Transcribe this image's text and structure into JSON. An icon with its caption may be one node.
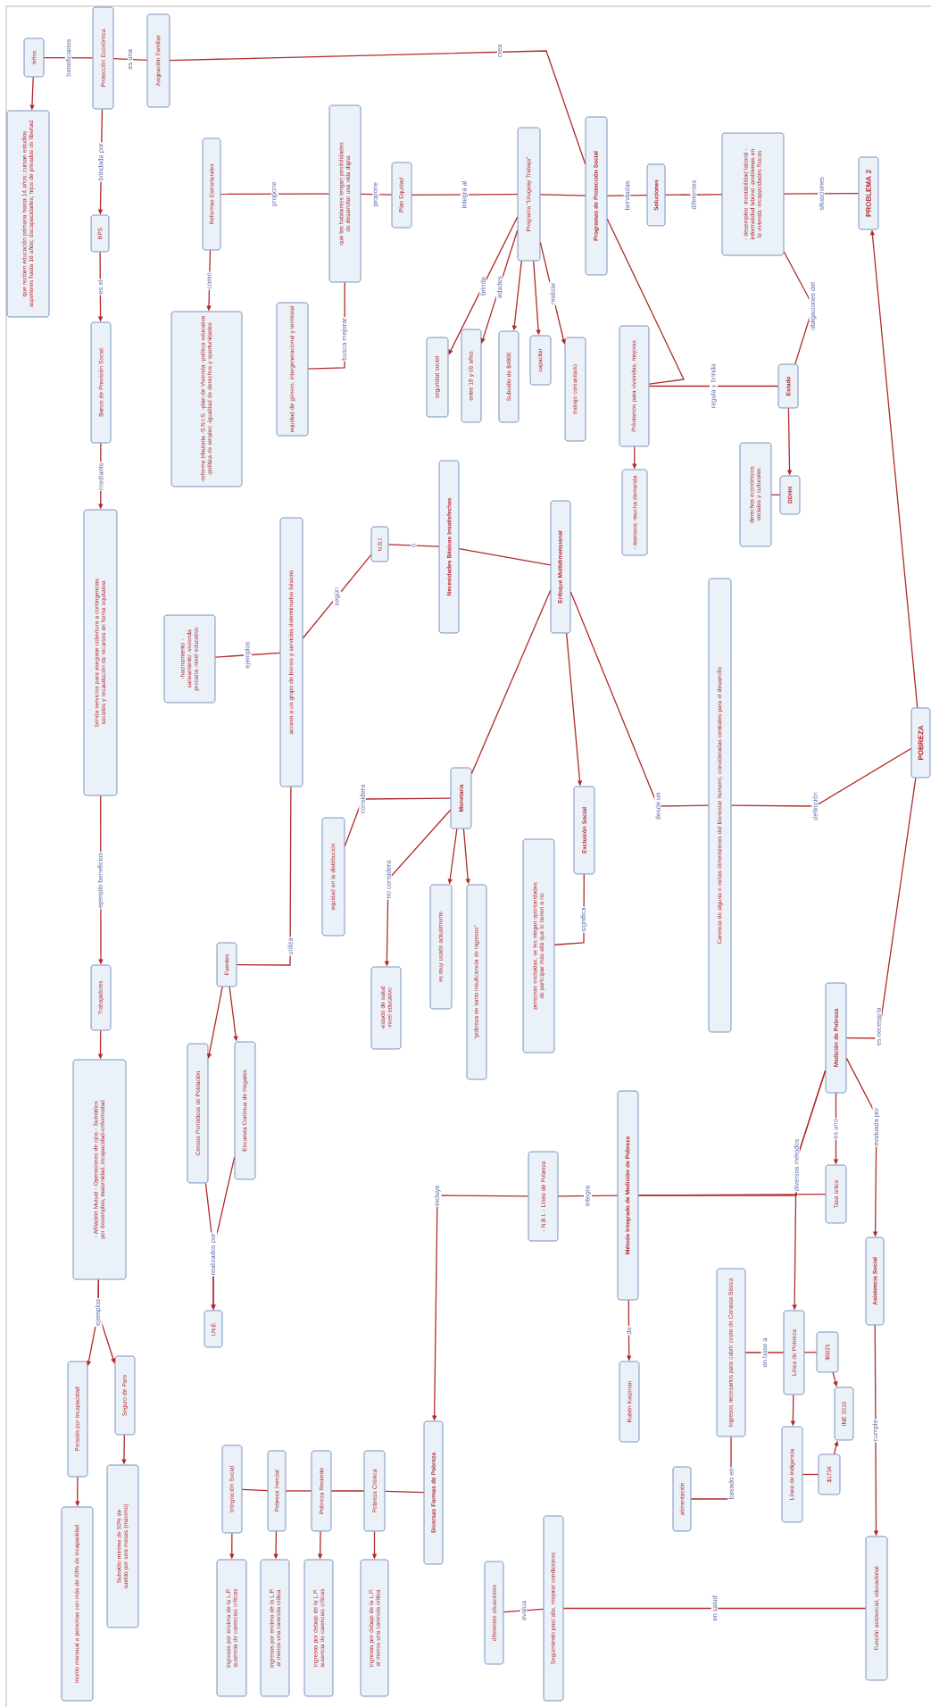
{
  "diagram": {
    "nodes": [
      {
        "text": [
          "PROBLEMA 2"
        ]
      },
      {
        "text": [
          "POBREZA"
        ]
      },
      {
        "text": [
          "- desempleo -inestabilidad laboral -informalidad laboral -problemas en la vivienda -incapacidades físicas"
        ]
      },
      {
        "text": [
          "Soluciones"
        ]
      },
      {
        "text": [
          "Estado"
        ]
      },
      {
        "text": [
          "DDHH"
        ]
      },
      {
        "text": [
          "derechos económicos sociales y culturales"
        ]
      },
      {
        "text": [
          "Programas de Protección Social"
        ]
      },
      {
        "text": [
          "Préstamos para viviendas, mejoras"
        ]
      },
      {
        "text": [
          "- morosos -mucha demanda"
        ]
      },
      {
        "text": [
          "Asignación Familiar"
        ]
      },
      {
        "text": [
          "Protección Económica"
        ]
      },
      {
        "text": [
          "niños"
        ]
      },
      {
        "text": [
          "que reciben educación primaria hasta 14 años; cursan estudios superiores hasta 18 años; discapacidades; hijos de privados de libertad"
        ]
      },
      {
        "text": [
          "BPS"
        ]
      },
      {
        "text": [
          "Banco de Previsión Social"
        ]
      },
      {
        "text": [
          "brinda servicios para asegurar cobertura a contingencias sociales y recaudación de recursos en forma equitativa"
        ]
      },
      {
        "text": [
          "Programa \"Uruguay Trabaja\""
        ]
      },
      {
        "text": [
          "Plan Equidad"
        ]
      },
      {
        "text": [
          "que los habitantes tengan posibilidades de desarrollar una vida digna"
        ]
      },
      {
        "text": [
          "Reformas Estructurales"
        ]
      },
      {
        "text": [
          "-reforma tributaria -S.N.I.S. -plan de Vivienda -política educativa -política de empleo -igualdad de derechos y oportunidades"
        ]
      },
      {
        "text": [
          "equidad de género, intergeneracional y territorial"
        ]
      },
      {
        "text": [
          "trabajo comunitario"
        ]
      },
      {
        "text": [
          "capacitar"
        ]
      },
      {
        "text": [
          "Subsidio de $4800"
        ]
      },
      {
        "text": [
          "entre 18 y 65 años"
        ]
      },
      {
        "text": [
          "seguridad social"
        ]
      },
      {
        "text": [
          "Enfoque Multidimensional"
        ]
      },
      {
        "text": [
          "Necesidades Básicas Insatisfechas"
        ]
      },
      {
        "text": [
          "N.B.I."
        ]
      },
      {
        "text": [
          "acceso a un grupo de bienes y servicios determinados básicos"
        ]
      },
      {
        "text": [
          "-hacinamiento -saneamiento -vivienda precaria -nivel educativo"
        ]
      },
      {
        "text": [
          "Carencia de alguna o varias dimensiones del bienestar humano, consideradas centrales para el desarrollo"
        ]
      },
      {
        "text": [
          "Exclusión Social"
        ]
      },
      {
        "text": [
          "personas excluidas, se les niegan oportunidades de participar más allá que lo tienen o no"
        ]
      },
      {
        "text": [
          "Monetaria"
        ]
      },
      {
        "text": [
          "equidad en la distribución"
        ]
      },
      {
        "text": [
          "“pobreza en tanto insuficiencia de ingresos”"
        ]
      },
      {
        "text": [
          "es muy usado actualmente"
        ]
      },
      {
        "text": [
          "-estado de salud -nivel educativo"
        ]
      },
      {
        "text": [
          "Fuentes"
        ]
      },
      {
        "text": [
          "Encuesta Continua de Hogares"
        ]
      },
      {
        "text": [
          "Censos Periódicos de Población"
        ]
      },
      {
        "text": [
          "I.N.E."
        ]
      },
      {
        "text": [
          "Trabajadores"
        ]
      },
      {
        "text": [
          "- Afiliación Mutual - Operaciones de ojos - Subsidios por desempleo, maternidad, incapacidad-enfermedad"
        ]
      },
      {
        "text": [
          "Seguro de Paro"
        ]
      },
      {
        "text": [
          "Subsidio mínimo de 50% de sueldo por seis meses (máximo)"
        ]
      },
      {
        "text": [
          "Pensión por Incapacidad"
        ]
      },
      {
        "text": [
          "monto mensual a personas con más de 60% de incapacidad"
        ]
      },
      {
        "text": [
          "Medición de Pobreza"
        ]
      },
      {
        "text": [
          "Tasa única"
        ]
      },
      {
        "text": [
          "Asistencia Social"
        ]
      },
      {
        "text": [
          "Método Integrado de Medición de Pobreza"
        ]
      },
      {
        "text": [
          "- N.B.I. - Línea de Pobreza"
        ]
      },
      {
        "text": [
          "Rubén Katzman"
        ]
      },
      {
        "text": [
          "Línea de Pobreza"
        ]
      },
      {
        "text": [
          "$6021"
        ]
      },
      {
        "text": [
          "INE 2010"
        ]
      },
      {
        "text": [
          "Línea de Indigencia"
        ]
      },
      {
        "text": [
          "$1734"
        ]
      },
      {
        "text": [
          "Ingresos necesarios para cubrir costo de Canasta Básica"
        ]
      },
      {
        "text": [
          "alimentación"
        ]
      },
      {
        "text": [
          "Diversas Formas de Pobreza"
        ]
      },
      {
        "text": [
          "Pobreza Crónica"
        ]
      },
      {
        "text": [
          "Pobreza Reciente"
        ]
      },
      {
        "text": [
          "Pobreza Inercial"
        ]
      },
      {
        "text": [
          "Integración Social"
        ]
      },
      {
        "text": [
          "ingresos por debajo de la L.P. al menos una carencia crítica"
        ]
      },
      {
        "text": [
          "ingresos por debajo de la L.P. ausencia de carencias críticas"
        ]
      },
      {
        "text": [
          "ingresos por encima de la L.P. al menos una carencia crítica"
        ]
      },
      {
        "text": [
          "ingresos por encima de la L.P. ausencia de carencias críticas"
        ]
      },
      {
        "text": [
          "Función asistencial, educacional"
        ]
      },
      {
        "text": [
          "Seguimiento post alta, mejorar condiciones"
        ]
      },
      {
        "text": [
          "diferentes situaciones"
        ]
      }
    ],
    "edges": [
      {
        "from": 1,
        "to": 0,
        "arrow": "to"
      },
      {
        "from": 0,
        "to": 2,
        "arrow": "none",
        "label": "situaciones"
      },
      {
        "from": 2,
        "to": 3,
        "arrow": "none",
        "label": "diferentes"
      },
      {
        "from": 3,
        "to": 7,
        "arrow": "none",
        "label": "brindadas"
      },
      {
        "from": 7,
        "to": 17,
        "arrow": "none"
      },
      {
        "from": 17,
        "to": 18,
        "arrow": "none",
        "label": "integra al"
      },
      {
        "from": 18,
        "to": 19,
        "arrow": "none",
        "label": "propone"
      },
      {
        "from": 19,
        "to": 20,
        "arrow": "none",
        "label": "propone"
      },
      {
        "from": 20,
        "to": 21,
        "arrow": "to",
        "label": "como"
      },
      {
        "from": 19,
        "to": 22,
        "arrow": "none",
        "label": "busca mejorar"
      },
      {
        "from": 2,
        "to": 4,
        "arrow": "none",
        "label": "obligaciones del"
      },
      {
        "from": 4,
        "to": 5,
        "arrow": "to"
      },
      {
        "from": 5,
        "to": 6,
        "arrow": "none"
      },
      {
        "from": 4,
        "to": 8,
        "arrow": "none",
        "label": "regula y brinda"
      },
      {
        "from": 7,
        "to": 8,
        "arrow": "none"
      },
      {
        "from": 8,
        "to": 9,
        "arrow": "to"
      },
      {
        "from": 7,
        "to": 10,
        "arrow": "none",
        "label": "crea"
      },
      {
        "from": 10,
        "to": 11,
        "arrow": "none",
        "label": "es una"
      },
      {
        "from": 11,
        "to": 12,
        "arrow": "none",
        "label": "beneficiarios"
      },
      {
        "from": 12,
        "to": 13,
        "arrow": "to"
      },
      {
        "from": 11,
        "to": 14,
        "arrow": "to",
        "label": "brindada por"
      },
      {
        "from": 14,
        "to": 15,
        "arrow": "to",
        "label": "es el"
      },
      {
        "from": 15,
        "to": 16,
        "arrow": "to",
        "label": "mediante"
      },
      {
        "from": 16,
        "to": 45,
        "arrow": "to",
        "label": "ejemplo beneficios"
      },
      {
        "from": 45,
        "to": 46,
        "arrow": "to"
      },
      {
        "from": 46,
        "to": 47,
        "arrow": "to",
        "label": "ejemplos"
      },
      {
        "from": 46,
        "to": 49,
        "arrow": "to"
      },
      {
        "from": 47,
        "to": 48,
        "arrow": "to"
      },
      {
        "from": 49,
        "to": 50,
        "arrow": "to"
      },
      {
        "from": 17,
        "to": 23,
        "arrow": "to",
        "label": "realizar"
      },
      {
        "from": 17,
        "to": 24,
        "arrow": "to"
      },
      {
        "from": 17,
        "to": 25,
        "arrow": "to"
      },
      {
        "from": 17,
        "to": 26,
        "arrow": "to",
        "label": "edades"
      },
      {
        "from": 17,
        "to": 27,
        "arrow": "to",
        "label": "brinda"
      },
      {
        "from": 28,
        "to": 29,
        "arrow": "none"
      },
      {
        "from": 29,
        "to": 30,
        "arrow": "none",
        "label": "o"
      },
      {
        "from": 30,
        "to": 31,
        "arrow": "none",
        "label": "según"
      },
      {
        "from": 31,
        "to": 32,
        "arrow": "none",
        "label": "ejemplos"
      },
      {
        "from": 31,
        "to": 41,
        "arrow": "none",
        "label": "utiliza"
      },
      {
        "from": 41,
        "to": 42,
        "arrow": "to"
      },
      {
        "from": 41,
        "to": 43,
        "arrow": "to"
      },
      {
        "from": 42,
        "to": 44,
        "arrow": "to",
        "label": "realizados por"
      },
      {
        "from": 43,
        "to": 44,
        "arrow": "to"
      },
      {
        "from": 28,
        "to": 36,
        "arrow": "none"
      },
      {
        "from": 28,
        "to": 34,
        "arrow": "to"
      },
      {
        "from": 34,
        "to": 35,
        "arrow": "none",
        "label": "significa"
      },
      {
        "from": 1,
        "to": 33,
        "arrow": "none",
        "label": "definición"
      },
      {
        "from": 33,
        "to": 28,
        "arrow": "none",
        "label": "desde un"
      },
      {
        "from": 36,
        "to": 37,
        "arrow": "none",
        "label": "considera"
      },
      {
        "from": 36,
        "to": 40,
        "arrow": "to",
        "label": "no considera"
      },
      {
        "from": 36,
        "to": 39,
        "arrow": "to"
      },
      {
        "from": 36,
        "to": 38,
        "arrow": "to"
      },
      {
        "from": 1,
        "to": 51,
        "arrow": "none",
        "label": "es necesaria"
      },
      {
        "from": 51,
        "to": 53,
        "arrow": "to",
        "label": "evaluada por"
      },
      {
        "from": 51,
        "to": 52,
        "arrow": "to",
        "label": "es uno"
      },
      {
        "from": 51,
        "to": 54,
        "arrow": "none",
        "label": "diversos métodos"
      },
      {
        "from": 51,
        "to": 57,
        "arrow": "to"
      },
      {
        "from": 52,
        "to": 54,
        "arrow": "none"
      },
      {
        "from": 54,
        "to": 55,
        "arrow": "none",
        "label": "integra"
      },
      {
        "from": 55,
        "to": 64,
        "arrow": "to",
        "label": "incluye"
      },
      {
        "from": 54,
        "to": 56,
        "arrow": "to",
        "label": "de"
      },
      {
        "from": 57,
        "to": 62,
        "arrow": "none",
        "label": "en base a"
      },
      {
        "from": 57,
        "to": 58,
        "arrow": "none"
      },
      {
        "from": 58,
        "to": 59,
        "arrow": "to"
      },
      {
        "from": 57,
        "to": 60,
        "arrow": "to"
      },
      {
        "from": 60,
        "to": 61,
        "arrow": "none"
      },
      {
        "from": 61,
        "to": 59,
        "arrow": "to"
      },
      {
        "from": 62,
        "to": 63,
        "arrow": "none",
        "label": "basado en"
      },
      {
        "from": 64,
        "to": 65,
        "arrow": "none"
      },
      {
        "from": 65,
        "to": 66,
        "arrow": "none"
      },
      {
        "from": 66,
        "to": 67,
        "arrow": "none"
      },
      {
        "from": 67,
        "to": 68,
        "arrow": "none"
      },
      {
        "from": 65,
        "to": 69,
        "arrow": "to"
      },
      {
        "from": 66,
        "to": 70,
        "arrow": "to"
      },
      {
        "from": 67,
        "to": 71,
        "arrow": "to"
      },
      {
        "from": 68,
        "to": 72,
        "arrow": "to"
      },
      {
        "from": 53,
        "to": 73,
        "arrow": "to",
        "label": "cumple"
      },
      {
        "from": 73,
        "to": 74,
        "arrow": "none",
        "label": "en salud"
      },
      {
        "from": 74,
        "to": 75,
        "arrow": "none",
        "label": "evalúa"
      }
    ]
  }
}
